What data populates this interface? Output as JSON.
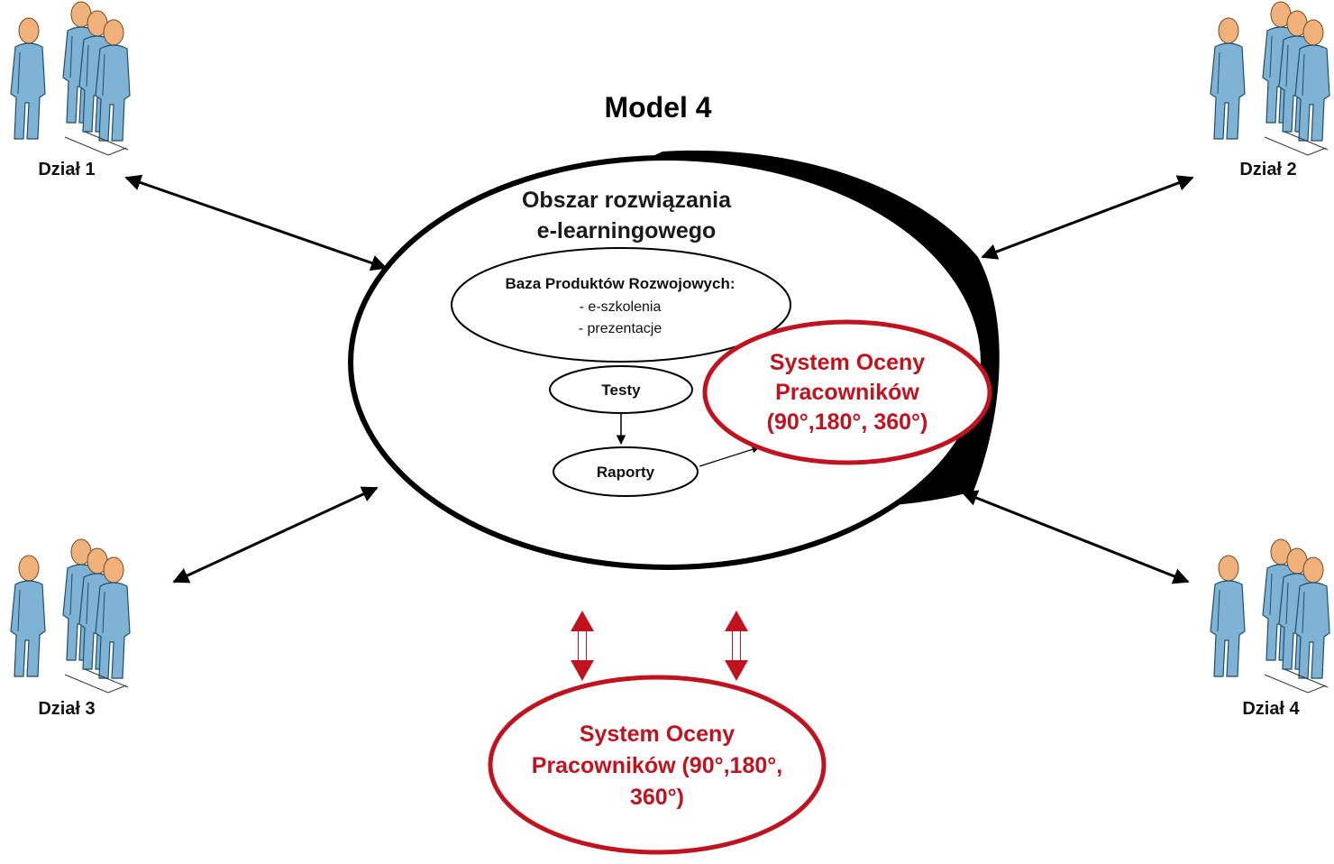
{
  "title": "Model 4",
  "area": {
    "title_line1": "Obszar rozwiązania",
    "title_line2": "e-learningowego"
  },
  "base": {
    "line1": "Baza Produktów Rozwojowych:",
    "line2": "- e-szkolenia",
    "line3": "- prezentacje"
  },
  "tests_label": "Testy",
  "reports_label": "Raporty",
  "inner_system": {
    "line1": "System Oceny",
    "line2": "Pracowników",
    "line3": "(90°,180°, 360°)"
  },
  "outer_system": {
    "line1": "System Oceny",
    "line2": "Pracowników (90°,180°,",
    "line3": "360°)"
  },
  "departments": [
    "Dział 1",
    "Dział 2",
    "Dział 3",
    "Dział 4"
  ],
  "colors": {
    "accent_red": "#c1121f",
    "person_fill": "#7fb3d5",
    "person_skin": "#f0b27a",
    "outline": "#000000"
  }
}
